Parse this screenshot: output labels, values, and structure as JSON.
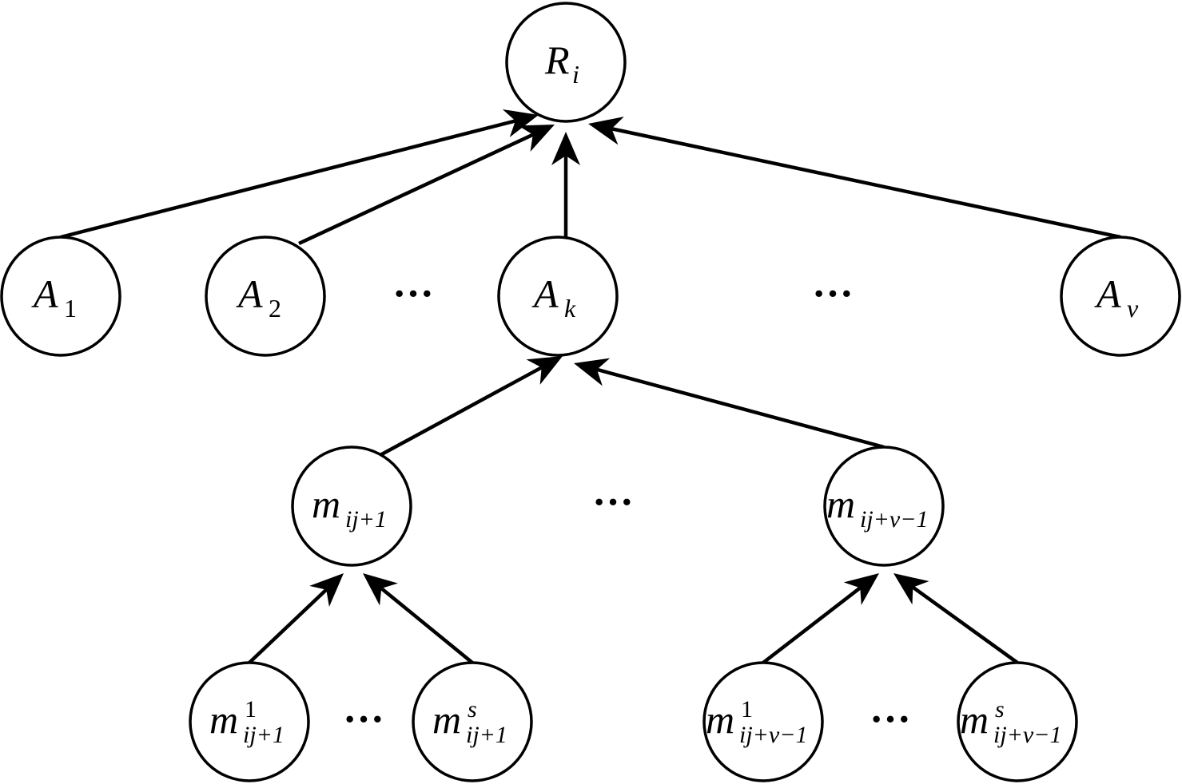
{
  "colors": {
    "stroke": "#000000",
    "fill": "#ffffff"
  },
  "nodes": {
    "root": {
      "base": "R",
      "sub": "i",
      "sup": ""
    },
    "a1": {
      "base": "A",
      "sub": "1",
      "sup": ""
    },
    "a2": {
      "base": "A",
      "sub": "2",
      "sup": ""
    },
    "ak": {
      "base": "A",
      "sub": "k",
      "sup": ""
    },
    "av": {
      "base": "A",
      "sub": "v",
      "sup": ""
    },
    "m1": {
      "base": "m",
      "sub": "ij+1",
      "sup": ""
    },
    "m2": {
      "base": "m",
      "sub": "ij+v−1",
      "sup": ""
    },
    "l1": {
      "base": "m",
      "sub": "ij+1",
      "sup": "1"
    },
    "l2": {
      "base": "m",
      "sub": "ij+1",
      "sup": "s"
    },
    "l3": {
      "base": "m",
      "sub": "ij+v−1",
      "sup": "1"
    },
    "l4": {
      "base": "m",
      "sub": "ij+v−1",
      "sup": "s"
    }
  },
  "ellipsis": "···"
}
